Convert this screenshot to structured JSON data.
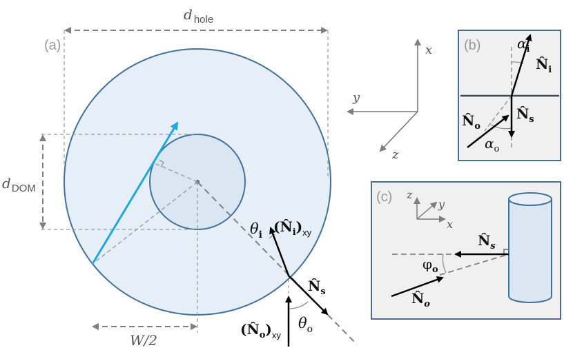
{
  "panel_a": {
    "tag": "(a)",
    "d_hole_label": "d",
    "d_hole_sub": "hole",
    "d_dom_label": "d",
    "d_dom_sub": "DOM",
    "w_half_label": "W/2",
    "theta_i": "θ",
    "theta_i_sub": "i",
    "theta_o": "θ",
    "theta_o_sub": "o",
    "n_s": "N̂",
    "n_s_sub": "s",
    "n_i_xy": "(N̂",
    "n_i_xy_sub": "i",
    "n_i_xy_tail": ")",
    "n_i_xy_sub2": "xy",
    "n_o_xy": "(N̂",
    "n_o_xy_sub": "o",
    "n_o_xy_tail": ")",
    "n_o_xy_sub2": "xy"
  },
  "axes_3d": {
    "x": "x",
    "y": "y",
    "z": "z"
  },
  "panel_b": {
    "tag": "(b)",
    "alpha_i": "α",
    "alpha_i_sub": "i",
    "n_i": "N̂",
    "n_i_sub": "i",
    "n_o": "N̂",
    "n_o_sub": "o",
    "n_s": "N̂",
    "n_s_sub": "s",
    "alpha_o": "α",
    "alpha_o_sub": "o"
  },
  "panel_c": {
    "tag": "(c)",
    "axis_x": "x",
    "axis_y": "y",
    "axis_z": "z",
    "n_s": "N̂",
    "n_s_sub": "s",
    "phi_o": "φ",
    "phi_o_sub": "o",
    "n_o": "N̂",
    "n_o_sub": "o"
  },
  "colors": {
    "hole_fill": "#e6eef8",
    "hole_stroke": "#41719c",
    "dom_fill": "#dbe6f3",
    "ray": "#1fa7e0",
    "dash": "#808080",
    "panel_bg": "#f0f0f0",
    "panel_border": "#4a6e93"
  }
}
